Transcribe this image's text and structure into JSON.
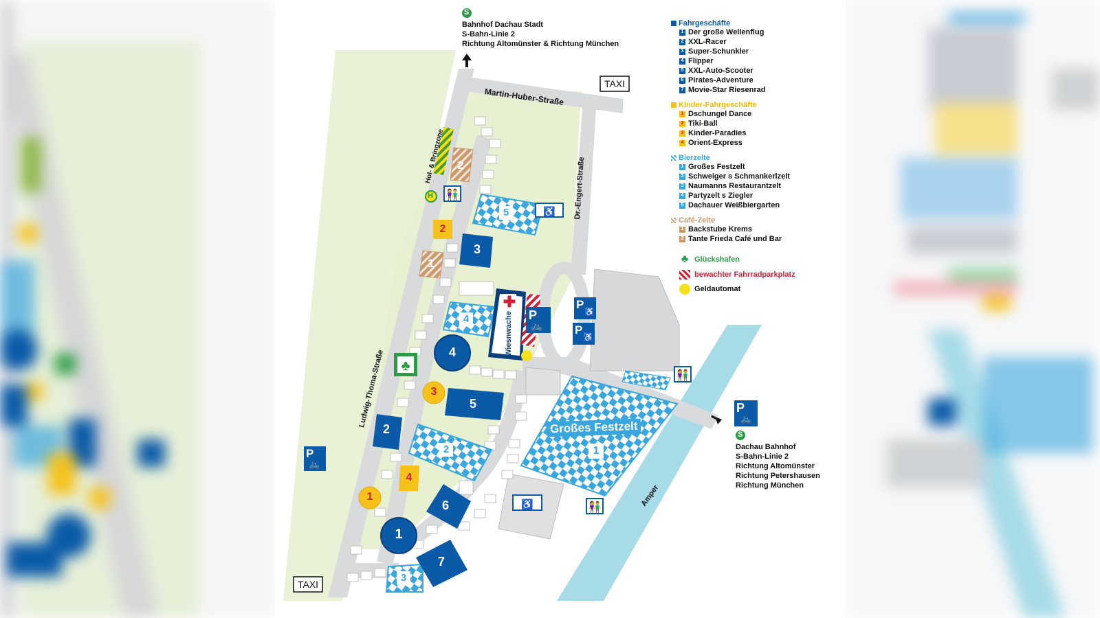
{
  "colors": {
    "ride_blue": "#0a5aa8",
    "kids_yellow": "#f6c21a",
    "tent_light_blue": "#3aa6de",
    "cafe_brown": "#c99a6e",
    "green_field": "#e9f2d6",
    "road_gray": "#d9dadb",
    "river": "#a7dbe8",
    "red": "#d11f35",
    "lucky_green": "#2b9b45"
  },
  "map": {
    "top_direction": {
      "icon": "s-bahn-icon",
      "lines": [
        "Bahnhof Dachau Stadt",
        "S-Bahn-Linie 2",
        "Richtung Altomünster & Richtung München"
      ]
    },
    "right_direction": {
      "icon": "s-bahn-icon",
      "lines": [
        "Dachau Bahnhof",
        "S-Bahn-Linie 2",
        "Richtung Altomünster",
        "Richtung Petershausen",
        "Richtung München"
      ]
    },
    "streets": {
      "martin": "Martin-Huber-Straße",
      "engert": "Dr.-Engert-Straße",
      "thoma": "Ludwig-Thoma-Straße",
      "holbring": "Hol- & Bringzone",
      "amper": "Amper"
    },
    "taxi": "TAXI",
    "wiesnwache": "Wiesnwache",
    "grosses_festzelt_label": "Großes Festzelt",
    "parking_letter": "P",
    "stop_letter": "H",
    "sbahn_letter": "S",
    "rides": [
      "1",
      "2",
      "3",
      "4",
      "5",
      "6",
      "7"
    ],
    "kids": [
      "1",
      "2",
      "3",
      "4"
    ],
    "tents": [
      "1",
      "2",
      "3",
      "4",
      "5"
    ],
    "cafes": [
      "1",
      "2"
    ]
  },
  "legend": {
    "rides": {
      "title": "Fahrgeschäfte",
      "items": [
        "Der große Wellenflug",
        "XXL-Racer",
        "Super-Schunkler",
        "Flipper",
        "XXL-Auto-Scooter",
        "Pirates-Adventure",
        "Movie-Star Riesenrad"
      ]
    },
    "kids": {
      "title": "Kinder-Fahrgeschäfte",
      "items": [
        "Dschungel Dance",
        "Tiki-Ball",
        "Kinder-Paradies",
        "Orient-Express"
      ]
    },
    "tents": {
      "title": "Bierzelte",
      "items": [
        "Großes Festzelt",
        "Schweiger s Schmankerlzelt",
        "Naumanns Restaurantzelt",
        "Partyzelt s Ziegler",
        "Dachauer Weißbiergarten"
      ]
    },
    "cafes": {
      "title": "Café-Zelte",
      "items": [
        "Backstube Krems",
        "Tante Frieda Café und Bar"
      ]
    },
    "extras": {
      "lucky": "Glückshafen",
      "bike": "bewachter Fahrradparkplatz",
      "atm": "Geldautomat"
    }
  }
}
